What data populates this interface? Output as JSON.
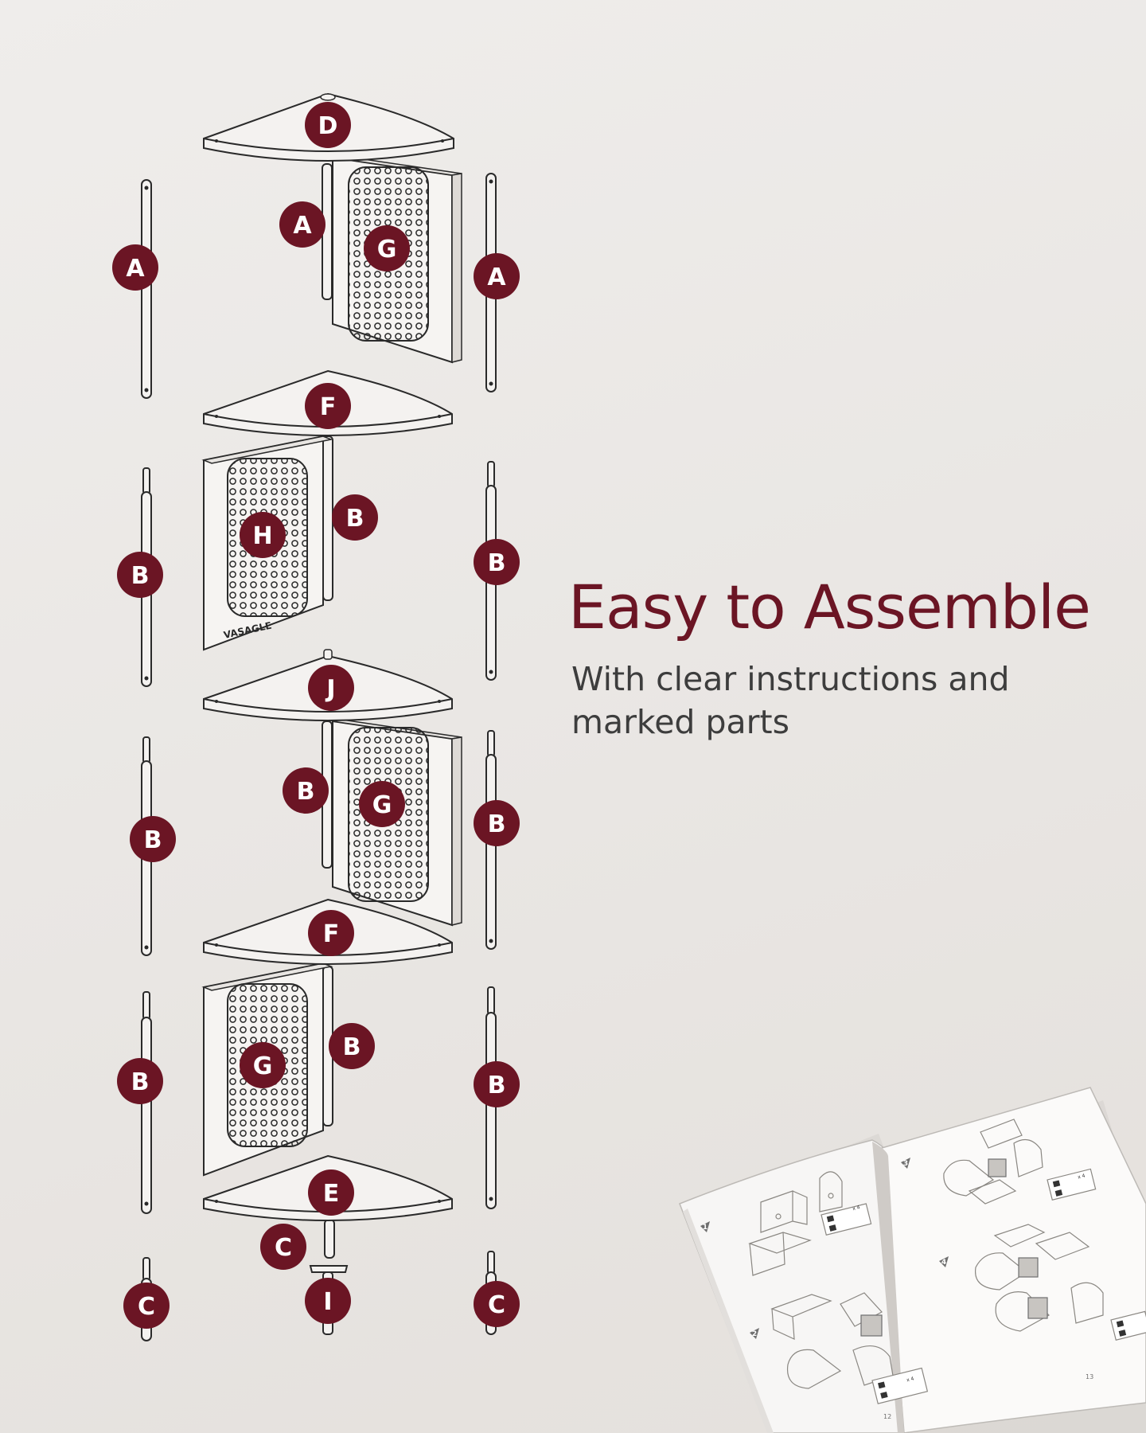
{
  "headline": "Easy to Assemble",
  "subline": "With clear instructions and marked parts",
  "brand": "VASAGLE",
  "colors": {
    "accent": "#6b1524",
    "text": "#3d3d3d",
    "line": "#2a2a2a",
    "background": "#ebe8e5"
  },
  "part_labels": {
    "shelf_top": "D",
    "shelf_1": "F",
    "shelf_2": "J",
    "shelf_3": "F",
    "shelf_bottom": "E",
    "back_pole_1": "A",
    "back_pole_2": "B",
    "back_pole_3": "B",
    "back_pole_4": "B",
    "back_pole_5": "C",
    "panel_1": "G",
    "panel_2": "H",
    "panel_3": "G",
    "panel_4": "G",
    "left_pole_1": "A",
    "left_pole_2": "B",
    "left_pole_3": "B",
    "left_pole_4": "B",
    "left_pole_5": "C",
    "right_pole_1": "A",
    "right_pole_2": "B",
    "right_pole_3": "B",
    "right_pole_4": "B",
    "right_pole_5": "C",
    "foot": "I"
  },
  "booklet": {
    "page_left": "12",
    "page_right": "13",
    "step_1": "1",
    "step_2": "2",
    "step_3": "3",
    "step_4": "4",
    "qty": "x 4"
  }
}
